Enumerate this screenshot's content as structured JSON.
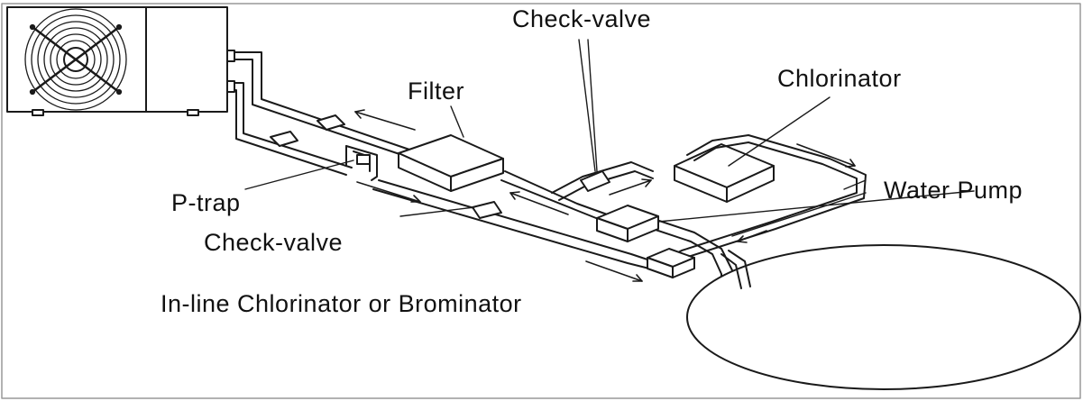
{
  "labels": {
    "check_valve_top": "Check-valve",
    "chlorinator": "Chlorinator",
    "filter": "Filter",
    "water_pump": "Water Pump",
    "p_trap": "P-trap",
    "check_valve_bottom": "Check-valve",
    "inline_chlorinator": "In-line Chlorinator or Brominator"
  },
  "colors": {
    "stroke": "#1a1a1a",
    "background": "#ffffff"
  },
  "icons": [
    "fan-icon"
  ]
}
